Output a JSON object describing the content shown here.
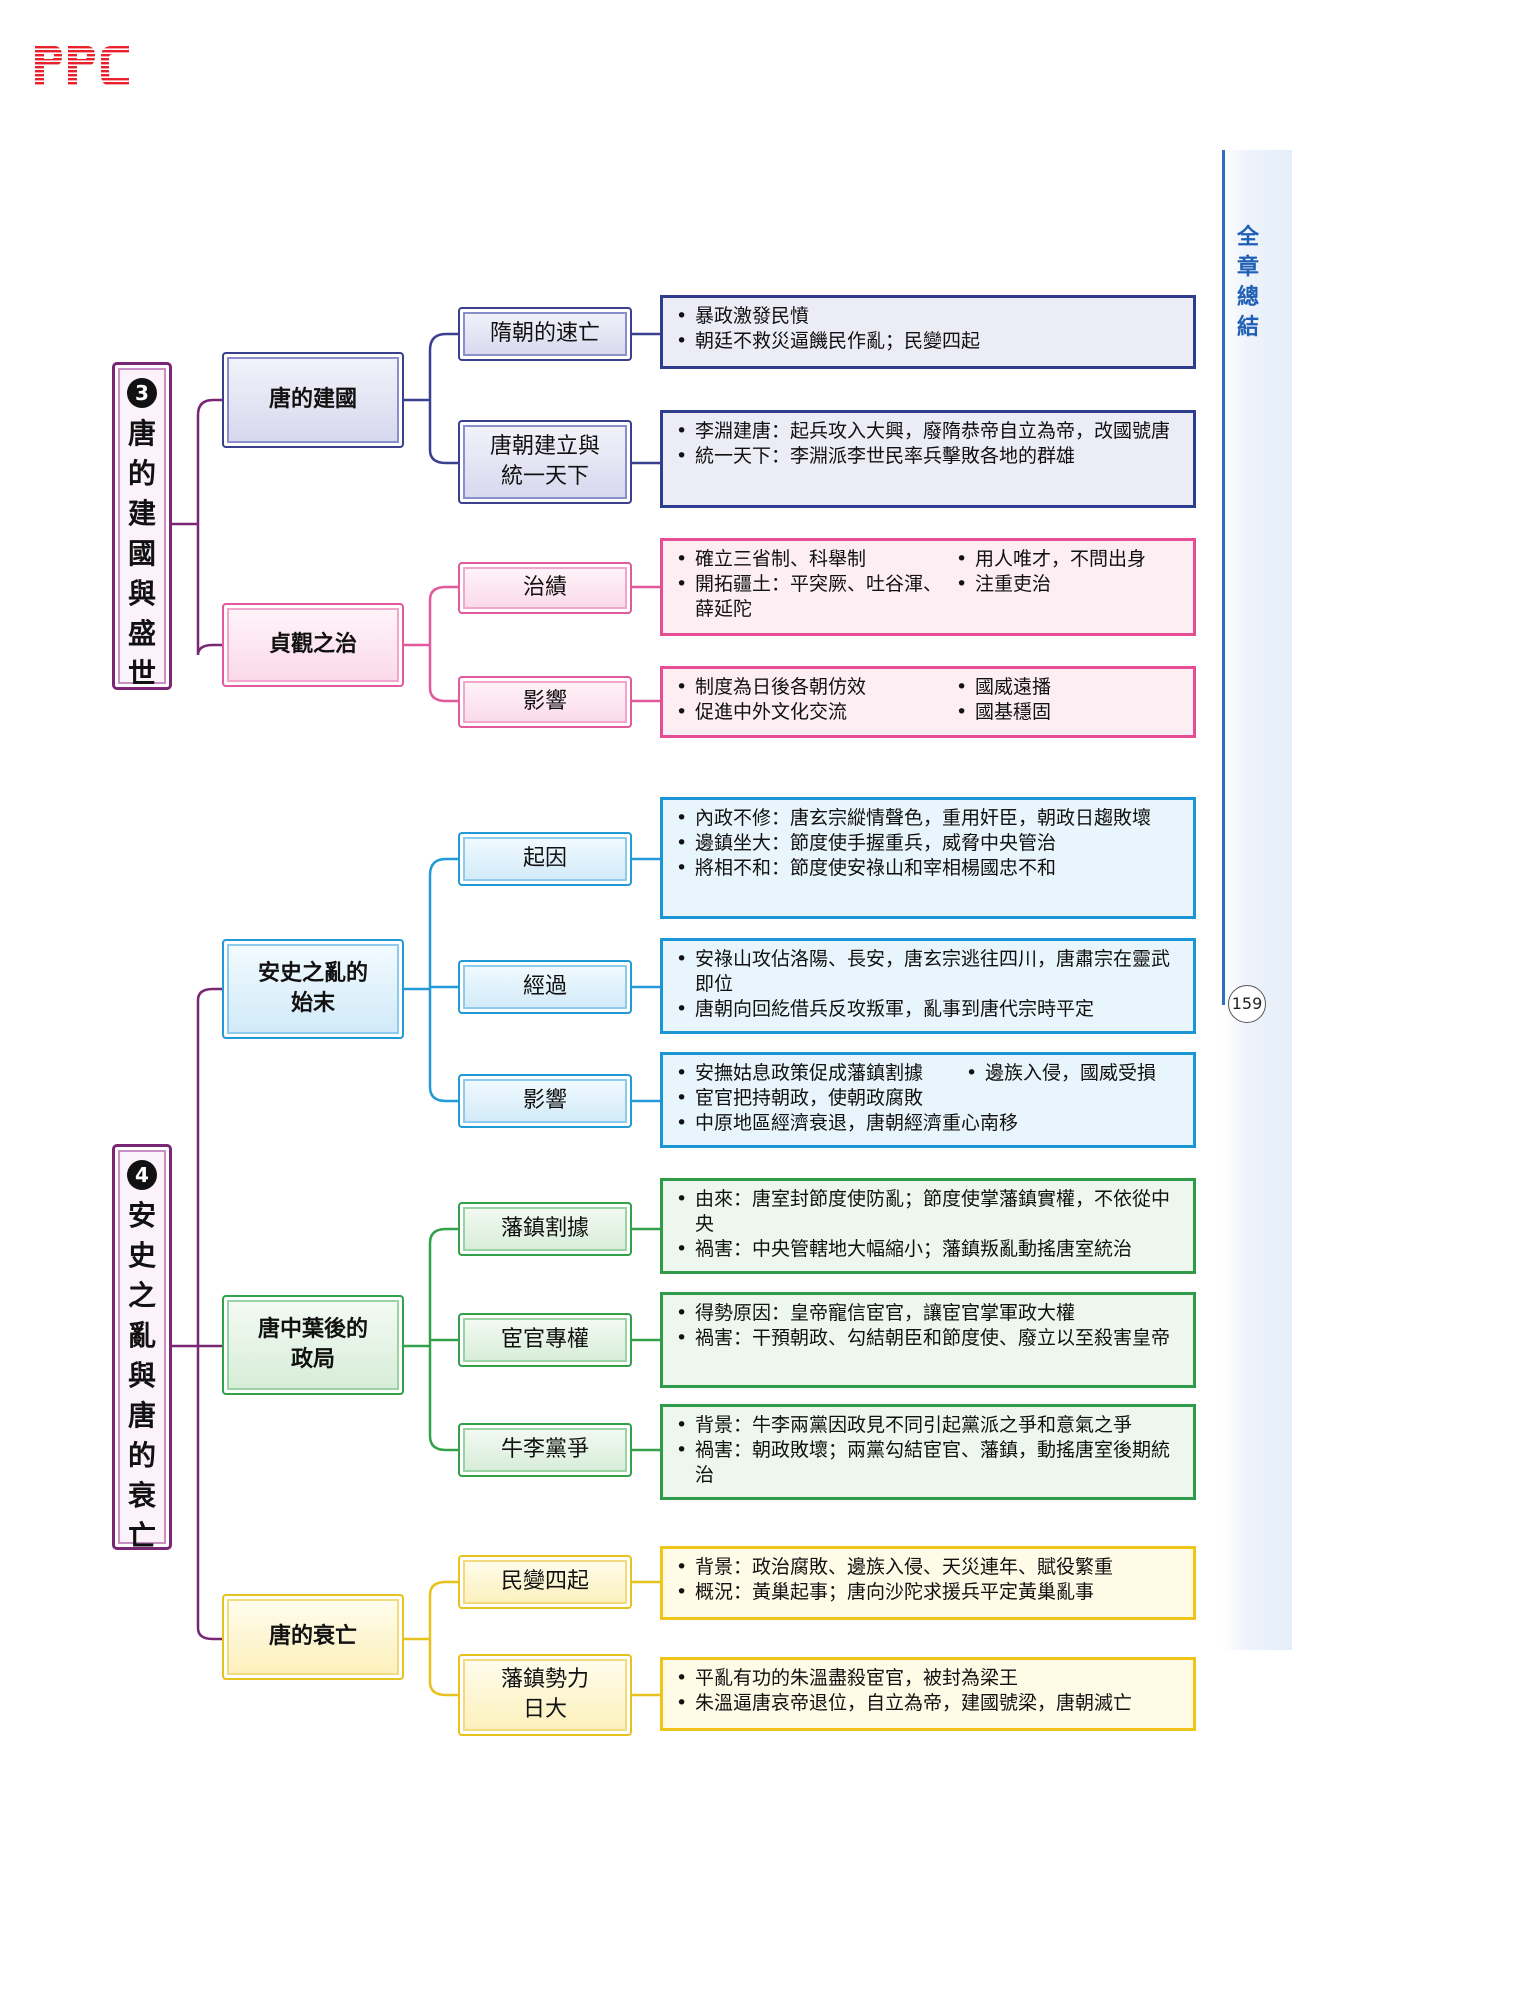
{
  "logo": "PPC",
  "side": {
    "vertical_title": [
      "全",
      "章",
      "總",
      "結"
    ],
    "page_number": "159"
  },
  "sections": [
    {
      "num": "3",
      "chars": [
        "唐",
        "的",
        "建",
        "國",
        "與",
        "盛",
        "世"
      ]
    },
    {
      "num": "4",
      "chars": [
        "安",
        "史",
        "之",
        "亂",
        "與",
        "唐",
        "的",
        "衰",
        "亡"
      ]
    }
  ],
  "nodes": {
    "tang_founding": "唐的建國",
    "zhenguan": "貞觀之治",
    "anshi": [
      "安史之亂的",
      "始末"
    ],
    "mid_tang": [
      "唐中葉後的",
      "政局"
    ],
    "tang_fall": "唐的衰亡",
    "sui_fall": "隋朝的速亡",
    "tang_unify": [
      "唐朝建立與",
      "統一天下"
    ],
    "achievements": "治績",
    "zg_influence": "影響",
    "causes": "起因",
    "process": "經過",
    "as_influence": "影響",
    "fanzhen": "藩鎮割據",
    "eunuch": "宦官專權",
    "niuli": "牛李黨爭",
    "revolts": "民變四起",
    "fanzhen_power": [
      "藩鎮勢力",
      "日大"
    ]
  },
  "details": {
    "sui_fall": [
      "暴政激發民憤",
      "朝廷不救災逼饑民作亂；民變四起"
    ],
    "tang_unify": [
      "李淵建唐：起兵攻入大興，廢隋恭帝自立為帝，改國號唐",
      "統一天下：李淵派李世民率兵擊敗各地的群雄"
    ],
    "achievements_left": [
      "確立三省制、科舉制",
      "開拓疆土：平突厥、吐谷渾、薛延陀"
    ],
    "achievements_right": [
      "用人唯才，不問出身",
      "注重吏治"
    ],
    "zg_influence_left": [
      "制度為日後各朝仿效",
      "促進中外文化交流"
    ],
    "zg_influence_right": [
      "國威遠播",
      "國基穩固"
    ],
    "causes": [
      "內政不修：唐玄宗縱情聲色，重用奸臣，朝政日趨敗壞",
      "邊鎮坐大：節度使手握重兵，威脅中央管治",
      "將相不和：節度使安祿山和宰相楊國忠不和"
    ],
    "process": [
      "安祿山攻佔洛陽、長安，唐玄宗逃往四川，唐肅宗在靈武即位",
      "唐朝向回紇借兵反攻叛軍，亂事到唐代宗時平定"
    ],
    "as_influence_first": [
      "安撫姑息政策促成藩鎮割據",
      "邊族入侵，國威受損"
    ],
    "as_influence_rest": [
      "宦官把持朝政，使朝政腐敗",
      "中原地區經濟衰退，唐朝經濟重心南移"
    ],
    "fanzhen": [
      "由來：唐室封節度使防亂；節度使掌藩鎮實權，不依從中央",
      "禍害：中央管轄地大幅縮小；藩鎮叛亂動搖唐室統治"
    ],
    "eunuch": [
      "得勢原因：皇帝寵信宦官，讓宦官掌軍政大權",
      "禍害：干預朝政、勾結朝臣和節度使、廢立以至殺害皇帝"
    ],
    "niuli": [
      "背景：牛李兩黨因政見不同引起黨派之爭和意氣之爭",
      "禍害：朝政敗壞；兩黨勾結宦官、藩鎮，動搖唐室後期統治"
    ],
    "revolts": [
      "背景：政治腐敗、邊族入侵、天災連年、賦役繁重",
      "概況：黃巢起事；唐向沙陀求援兵平定黃巢亂事"
    ],
    "fanzhen_power": [
      "平亂有功的朱溫盡殺宦官，被封為梁王",
      "朱溫逼唐哀帝退位，自立為帝，建國號梁，唐朝滅亡"
    ]
  },
  "colors": {
    "purple": "#3a3f8f",
    "pink": "#e15a9e",
    "blue": "#239ad8",
    "green": "#33a04a",
    "yellow": "#e8c21c",
    "section": "#7a2675"
  }
}
